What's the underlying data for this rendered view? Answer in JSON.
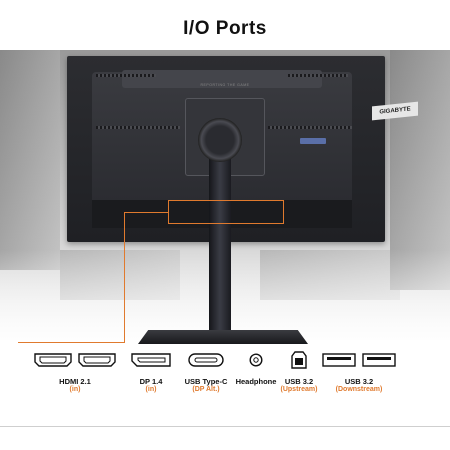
{
  "title": "I/O Ports",
  "brand_badge": "GIGABYTE",
  "back_text": "REPORTING THE GAME",
  "accent_color": "#e07a2e",
  "ports": [
    {
      "label": "HDMI 2.1",
      "sub": "(in)",
      "icon": "hdmi-icon"
    },
    {
      "label": "DP 1.4",
      "sub": "(in)",
      "icon": "displayport-icon"
    },
    {
      "label": "USB Type-C",
      "sub": "(DP Alt.)",
      "icon": "usb-c-icon"
    },
    {
      "label": "Headphone",
      "sub": "",
      "icon": "headphone-jack-icon"
    },
    {
      "label": "USB 3.2",
      "sub": "(Upstream)",
      "icon": "usb-b-icon"
    },
    {
      "label": "USB 3.2",
      "sub": "(Downstream)",
      "icon": "usb-a-icon"
    }
  ]
}
